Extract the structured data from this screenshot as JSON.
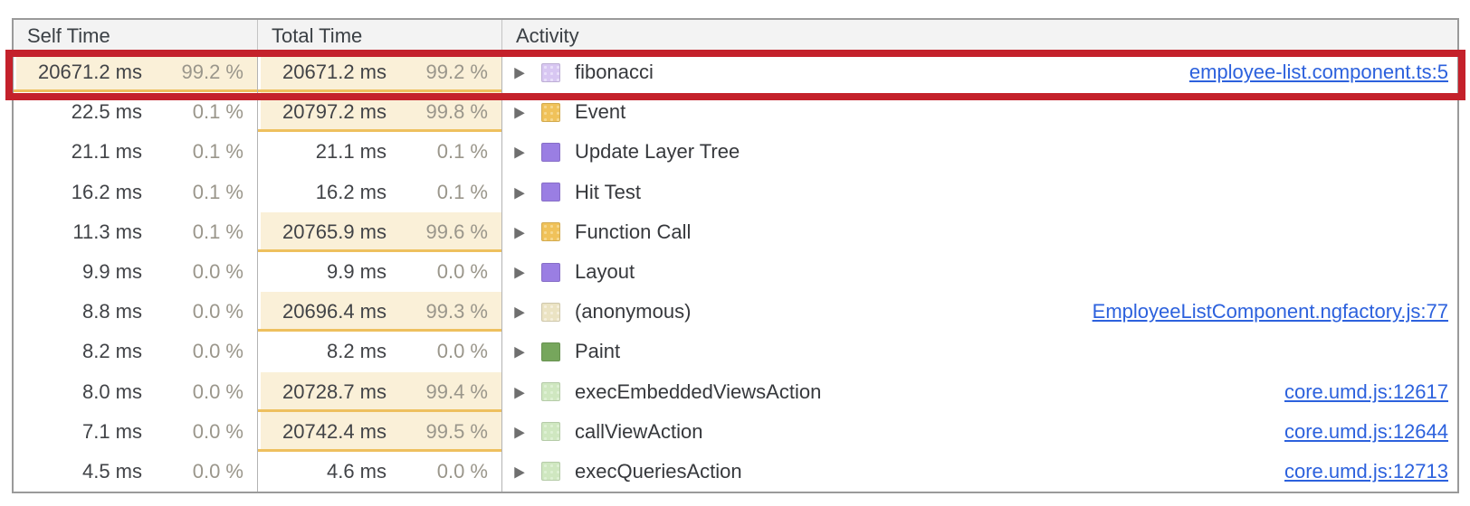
{
  "table": {
    "columns": [
      {
        "label": "Self Time"
      },
      {
        "label": "Total Time"
      },
      {
        "label": "Activity"
      }
    ],
    "rows": [
      {
        "self_ms": "20671.2 ms",
        "self_pct": "99.2 %",
        "self_hl": true,
        "total_ms": "20671.2 ms",
        "total_pct": "99.2 %",
        "total_hl": true,
        "activity": "fibonacci",
        "swatch": "light-purple",
        "pattern": true,
        "link": "employee-list.component.ts:5",
        "annotated": true
      },
      {
        "self_ms": "22.5 ms",
        "self_pct": "0.1 %",
        "self_hl": false,
        "total_ms": "20797.2 ms",
        "total_pct": "99.8 %",
        "total_hl": true,
        "activity": "Event",
        "swatch": "orange",
        "pattern": true,
        "link": "",
        "annotated": false
      },
      {
        "self_ms": "21.1 ms",
        "self_pct": "0.1 %",
        "self_hl": false,
        "total_ms": "21.1 ms",
        "total_pct": "0.1 %",
        "total_hl": false,
        "activity": "Update Layer Tree",
        "swatch": "purple",
        "pattern": false,
        "link": "",
        "annotated": false
      },
      {
        "self_ms": "16.2 ms",
        "self_pct": "0.1 %",
        "self_hl": false,
        "total_ms": "16.2 ms",
        "total_pct": "0.1 %",
        "total_hl": false,
        "activity": "Hit Test",
        "swatch": "purple",
        "pattern": false,
        "link": "",
        "annotated": false
      },
      {
        "self_ms": "11.3 ms",
        "self_pct": "0.1 %",
        "self_hl": false,
        "total_ms": "20765.9 ms",
        "total_pct": "99.6 %",
        "total_hl": true,
        "activity": "Function Call",
        "swatch": "orange",
        "pattern": true,
        "link": "",
        "annotated": false
      },
      {
        "self_ms": "9.9 ms",
        "self_pct": "0.0 %",
        "self_hl": false,
        "total_ms": "9.9 ms",
        "total_pct": "0.0 %",
        "total_hl": false,
        "activity": "Layout",
        "swatch": "purple",
        "pattern": false,
        "link": "",
        "annotated": false
      },
      {
        "self_ms": "8.8 ms",
        "self_pct": "0.0 %",
        "self_hl": false,
        "total_ms": "20696.4 ms",
        "total_pct": "99.3 %",
        "total_hl": true,
        "activity": "(anonymous)",
        "swatch": "beige",
        "pattern": true,
        "link": "EmployeeListComponent.ngfactory.js:77",
        "annotated": false
      },
      {
        "self_ms": "8.2 ms",
        "self_pct": "0.0 %",
        "self_hl": false,
        "total_ms": "8.2 ms",
        "total_pct": "0.0 %",
        "total_hl": false,
        "activity": "Paint",
        "swatch": "green",
        "pattern": false,
        "link": "",
        "annotated": false
      },
      {
        "self_ms": "8.0 ms",
        "self_pct": "0.0 %",
        "self_hl": false,
        "total_ms": "20728.7 ms",
        "total_pct": "99.4 %",
        "total_hl": true,
        "activity": "execEmbeddedViewsAction",
        "swatch": "light-green",
        "pattern": true,
        "link": "core.umd.js:12617",
        "annotated": false
      },
      {
        "self_ms": "7.1 ms",
        "self_pct": "0.0 %",
        "self_hl": false,
        "total_ms": "20742.4 ms",
        "total_pct": "99.5 %",
        "total_hl": true,
        "activity": "callViewAction",
        "swatch": "light-green",
        "pattern": true,
        "link": "core.umd.js:12644",
        "annotated": false
      },
      {
        "self_ms": "4.5 ms",
        "self_pct": "0.0 %",
        "self_hl": false,
        "total_ms": "4.6 ms",
        "total_pct": "0.0 %",
        "total_hl": false,
        "activity": "execQueriesAction",
        "swatch": "light-green",
        "pattern": true,
        "link": "core.umd.js:12713",
        "annotated": false
      }
    ]
  },
  "icons": {
    "expand_arrow": "▶"
  },
  "colors": {
    "annotation_red": "#c4212b",
    "highlight_bg": "#faf0d8",
    "highlight_underline": "#eec05e",
    "link_blue": "#2c61dd",
    "swatches": {
      "light-purple": {
        "bg": "#d8c7f2",
        "dot": "#e9e0fa"
      },
      "orange": {
        "bg": "#f0c25a",
        "dot": "#f6d88f"
      },
      "purple": {
        "bg": "#9a7ee3",
        "dot": ""
      },
      "beige": {
        "bg": "#ebe3c3",
        "dot": "#f5efdd"
      },
      "green": {
        "bg": "#76a65c",
        "dot": ""
      },
      "light-green": {
        "bg": "#cfe7c0",
        "dot": "#def0d4"
      }
    }
  }
}
